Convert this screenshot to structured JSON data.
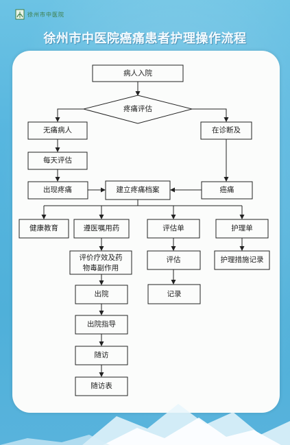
{
  "logo": {
    "text": "徐州市中医院"
  },
  "title": "徐州市中医院癌痛患者护理操作流程",
  "nodes": {
    "admission": "病人入院",
    "pain_assessment": "疼痛评估",
    "no_pain": "无痛病人",
    "diagnosed": "在诊断及",
    "daily_assess": "每天评估",
    "pain_appears": "出现疼痛",
    "build_file": "建立疼痛档案",
    "cancer_pain": "癌痛",
    "health_edu": "健康教育",
    "follow_orders": "遵医嘱用药",
    "assess_form": "评估单",
    "nursing_form": "护理单",
    "evaluate_line1": "评价疗效及药",
    "evaluate_line2": "物毒副作用",
    "assess": "评估",
    "nursing_record": "护理措施记录",
    "discharge": "出院",
    "record": "记录",
    "discharge_guide": "出院指导",
    "follow_up": "随访",
    "follow_up_form": "随访表"
  }
}
